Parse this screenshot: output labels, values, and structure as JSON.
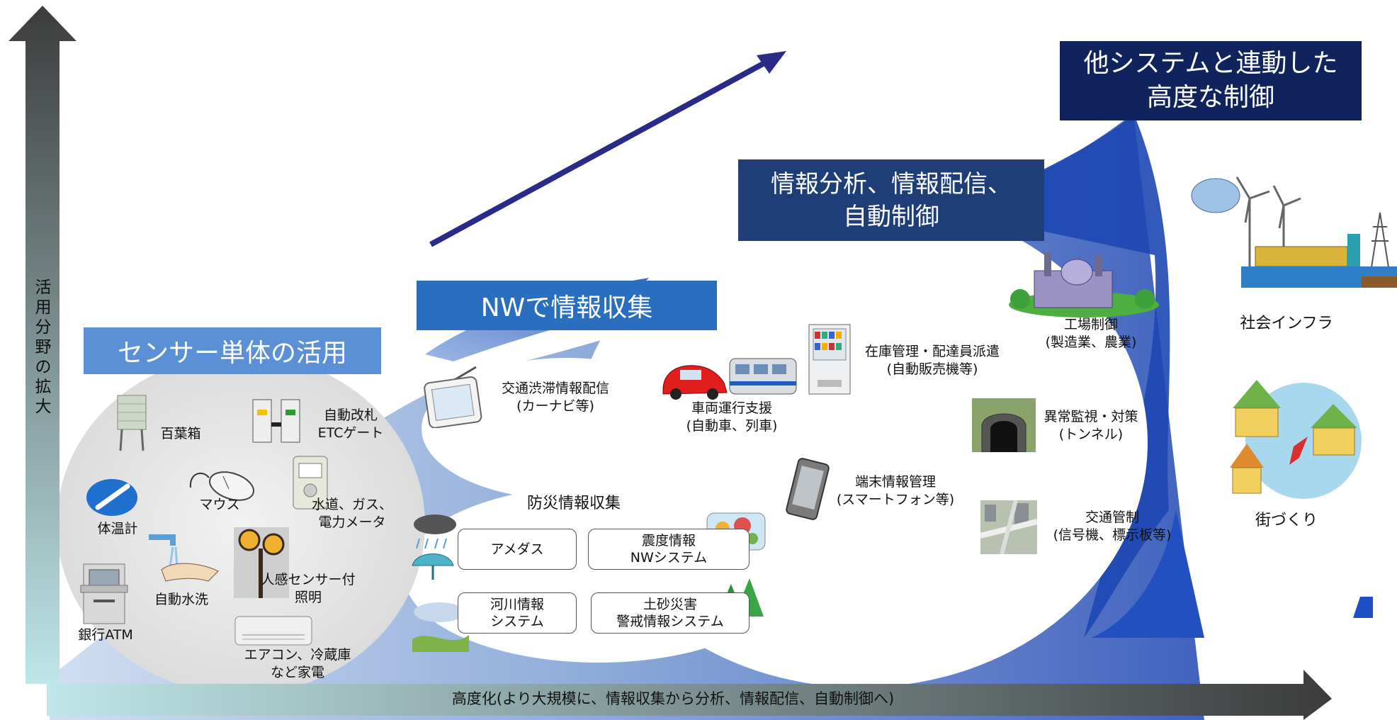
{
  "axes": {
    "y_label": "活用分野の拡大",
    "x_label": "高度化(より大規模に、情報収集から分析、情報配信、自動制御へ)"
  },
  "stages": [
    {
      "label": "センサー単体の活用",
      "color": "#5b8fd6"
    },
    {
      "label": "NWで情報収集",
      "color": "#2a6fbf"
    },
    {
      "label": "情報分析、情報配信、\n自動制御",
      "color": "#1f3e78"
    },
    {
      "label": "他システムと連動した\n高度な制御",
      "color": "#10235c"
    }
  ],
  "sensor_items": [
    {
      "label": "百葉箱",
      "icon": "weather-box-icon"
    },
    {
      "label": "自動改札\nETCゲート",
      "icon": "ticket-gate-icon"
    },
    {
      "label": "マウス",
      "icon": "mouse-icon"
    },
    {
      "label": "水道、ガス、\n電力メータ",
      "icon": "meter-icon"
    },
    {
      "label": "体温計",
      "icon": "thermometer-icon"
    },
    {
      "label": "自動水洗",
      "icon": "faucet-icon"
    },
    {
      "label": "人感センサー付\n照明",
      "icon": "street-lamp-icon"
    },
    {
      "label": "銀行ATM",
      "icon": "atm-icon"
    },
    {
      "label": "エアコン、冷蔵庫\nなど家電",
      "icon": "air-conditioner-icon"
    }
  ],
  "network_items": [
    {
      "label": "交通渋滞情報配信\n(カーナビ等)",
      "icon": "car-navi-icon"
    },
    {
      "label": "車両運行支援\n(自動車、列車)",
      "icon": "car-train-icon"
    }
  ],
  "disaster": {
    "title": "防災情報収集",
    "boxes": [
      "アメダス",
      "震度情報\nNWシステム",
      "河川情報\nシステム",
      "土砂災害\n警戒情報システム"
    ]
  },
  "analysis_items": [
    {
      "label": "在庫管理・配達員派遣\n(自動販売機等)",
      "icon": "vending-machine-icon"
    },
    {
      "label": "端末情報管理\n(スマートフォン等)",
      "icon": "smartphone-icon"
    },
    {
      "label": "工場制御\n(製造業、農業)",
      "icon": "factory-icon"
    },
    {
      "label": "異常監視・対策\n(トンネル)",
      "icon": "tunnel-icon"
    },
    {
      "label": "交通管制\n(信号機、標示板等)",
      "icon": "city-traffic-icon"
    }
  ],
  "advanced_items": [
    {
      "label": "社会インフラ",
      "icon": "power-infrastructure-icon"
    },
    {
      "label": "街づくり",
      "icon": "town-icon"
    }
  ]
}
